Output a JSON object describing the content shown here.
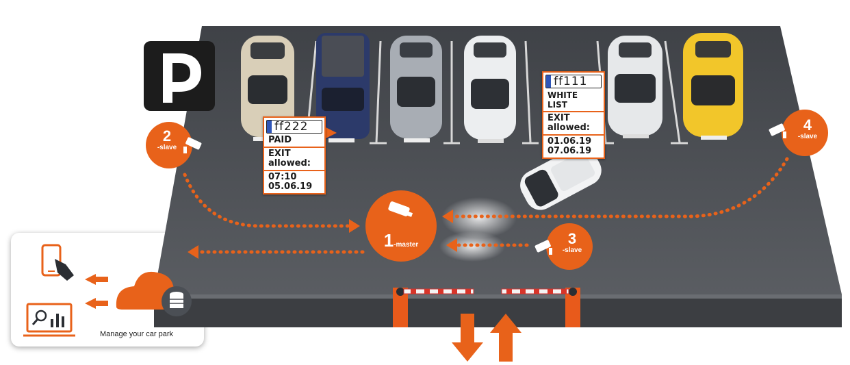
{
  "parking_sign": {
    "letter": "P"
  },
  "cameras": [
    {
      "number": "1",
      "role": "-master"
    },
    {
      "number": "2",
      "role": "-slave"
    },
    {
      "number": "3",
      "role": "-slave"
    },
    {
      "number": "4",
      "role": "-slave"
    }
  ],
  "tag_paid": {
    "plate": "ff222",
    "status": "PAID",
    "exit_line1": "EXIT",
    "exit_line2": "allowed:",
    "time": "07:10",
    "date": "05.06.19"
  },
  "tag_whitelist": {
    "plate": "ff111",
    "status": "WHITE LIST",
    "exit_line1": "EXIT",
    "exit_line2": "allowed:",
    "date_from": "01.06.19",
    "date_to": "07.06.19"
  },
  "manage_panel": {
    "caption": "Manage your car park"
  },
  "colors": {
    "accent": "#e8621a",
    "lot": "#4a4d52",
    "barrier": "#e85a1b"
  },
  "icons": [
    "parking-sign-icon",
    "camera-icon",
    "smartphone-touch-icon",
    "cloud-icon",
    "database-icon",
    "monitor-search-icon",
    "barrier-gate-icon",
    "exit-arrow-icon",
    "entry-arrow-icon"
  ]
}
